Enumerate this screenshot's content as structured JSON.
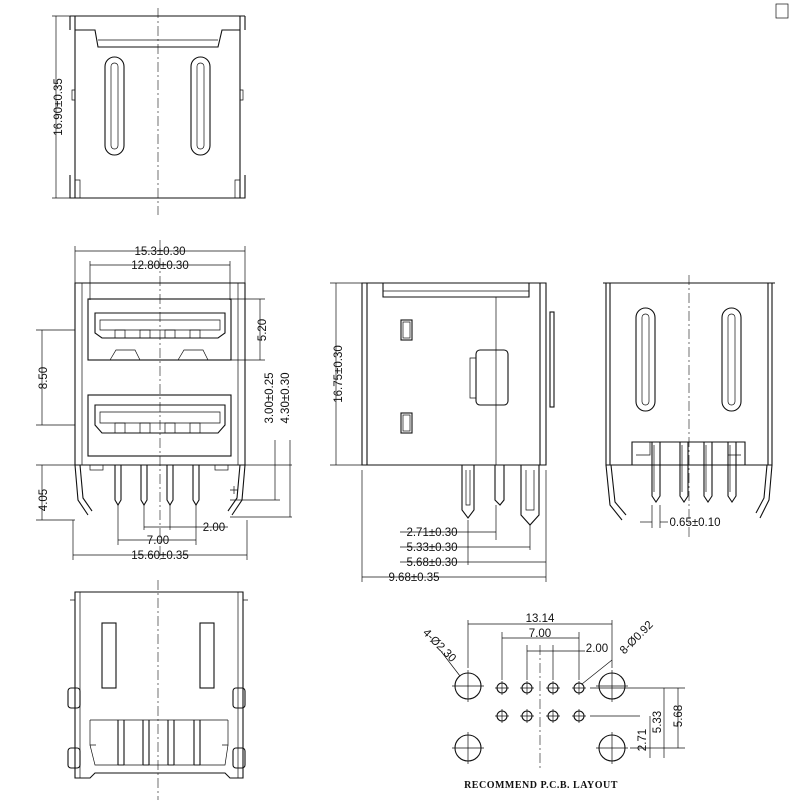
{
  "dims": {
    "top_height": "16.90±0.35",
    "width_outer": "15.3±0.30",
    "width_inner": "12.80±0.30",
    "port_height": "5.20",
    "port_pitch": "8.50",
    "tail_len": "4.05",
    "pin_offset": "3.00±0.25",
    "pin_offset2": "4.30±0.30",
    "pin_span": "7.00",
    "pin_pitch": "2.00",
    "base_width": "15.60±0.35",
    "side_height": "16.75±0.30",
    "side_a": "2.71±0.30",
    "side_b": "5.33±0.30",
    "side_c": "5.68±0.30",
    "side_depth": "9.68±0.35",
    "pin_width": "0.65±0.10"
  },
  "pcb": {
    "label": "RECOMMEND P.C.B. LAYOUT",
    "span": "13.14",
    "pin_span": "7.00",
    "pin_pitch": "2.00",
    "big_holes": "4-Ø2.30",
    "small_holes": "8-Ø0.92",
    "row_a": "2.71",
    "row_b": "5.33",
    "row_c": "5.68"
  }
}
